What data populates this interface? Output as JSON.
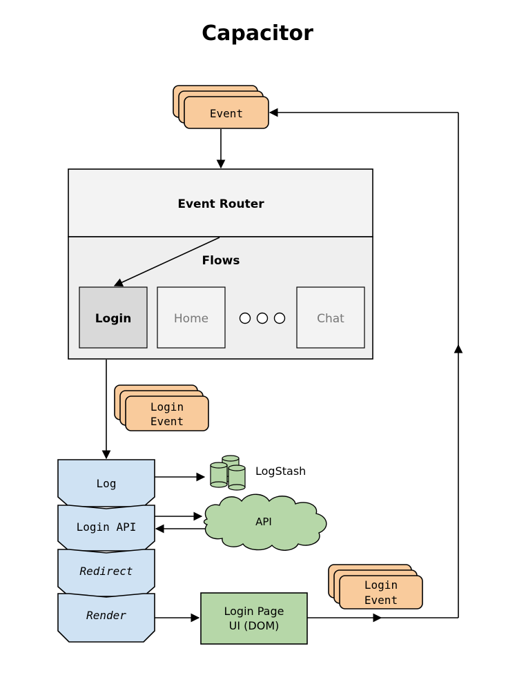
{
  "title": "Capacitor",
  "event": {
    "label": "Event"
  },
  "router": {
    "label": "Event Router",
    "flows_label": "Flows"
  },
  "flows": [
    {
      "label": "Login",
      "active": true
    },
    {
      "label": "Home",
      "active": false
    },
    {
      "label": "Chat",
      "active": false
    }
  ],
  "login_event": {
    "line1": "Login",
    "line2": "Event"
  },
  "pipeline": {
    "log": "Log",
    "login_api": "Login API",
    "redirect": "Redirect",
    "render": "Render"
  },
  "logstash": {
    "label": "LogStash"
  },
  "api_cloud": {
    "label": "API"
  },
  "login_page": {
    "line1": "Login Page",
    "line2": "UI (DOM)"
  },
  "colors": {
    "event_fill": "#f9cb9c",
    "router_fill": "#f3f3f3",
    "flows_fill": "#efefef",
    "flow_active_fill": "#d9d9d9",
    "pipeline_fill": "#cfe2f3",
    "green_fill": "#b6d7a8"
  }
}
